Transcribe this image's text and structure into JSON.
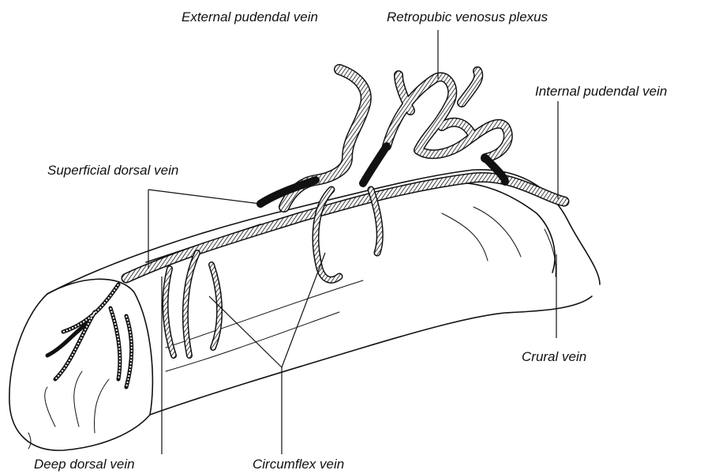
{
  "labels": {
    "external_pudendal_vein": "External pudendal vein",
    "retropubic_venosus_plexus": "Retropubic venosus plexus",
    "internal_pudendal_vein": "Internal pudendal vein",
    "superficial_dorsal_vein": "Superficial dorsal vein",
    "crural_vein": "Crural vein",
    "deep_dorsal_vein": "Deep dorsal vein",
    "circumflex_vein": "Circumflex vein"
  },
  "colors": {
    "ink": "#111111",
    "background": "#ffffff"
  }
}
